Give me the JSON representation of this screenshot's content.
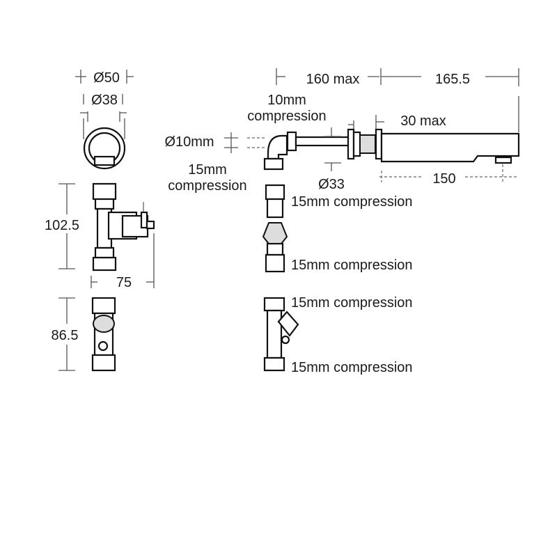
{
  "labels": {
    "dia50": "Ø50",
    "dia38": "Ø38",
    "dia10mm": "Ø10mm",
    "c10_line1": "10mm",
    "c10_line2": "compression",
    "c15_line1": "15mm",
    "c15_line2": "compression",
    "dia33": "Ø33",
    "max160": "160 max",
    "len165": "165.5",
    "max30": "30 max",
    "len150": "150",
    "valve_top": "15mm compression",
    "valve_bottom": "15mm compression",
    "strainer_top": "15mm compression",
    "strainer_bottom": "15mm compression",
    "h102": "102.5",
    "w75": "75",
    "h86": "86.5"
  }
}
